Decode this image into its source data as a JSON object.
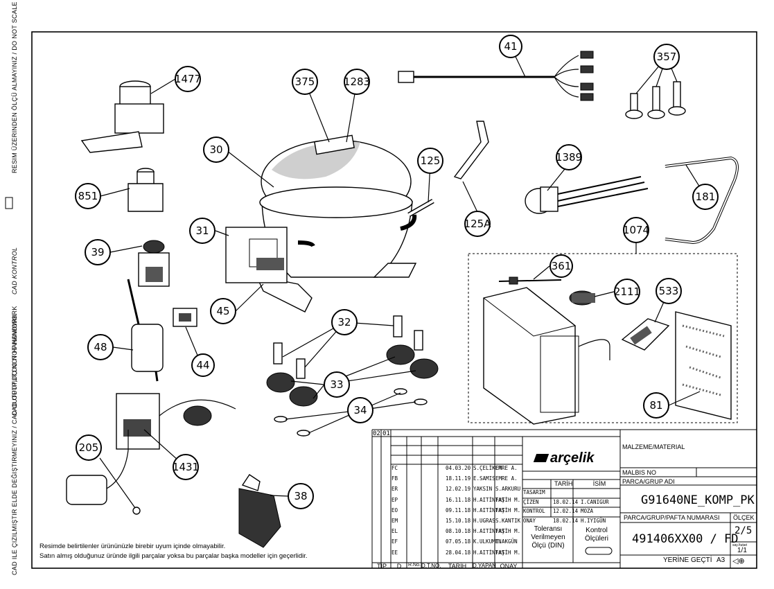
{
  "side_labels": [
    "RESIM ÜZERINDEN ÖLÇÜ ALMAYINIZ / DO NOT SCALE",
    "CAD KONTROL",
    "CAD OUTPUT,DO NOT HANDWORK",
    "CAD ILE ÇIZILMIŞTIR ELDE DEĞIŞTIRMEYINIZ / CAD OUTPUT,DO NOT HANDWORK"
  ],
  "callouts": [
    "1477",
    "375",
    "1283",
    "41",
    "357",
    "30",
    "125",
    "851",
    "1389",
    "181",
    "125A",
    "31",
    "1074",
    "39",
    "361",
    "2111",
    "533",
    "45",
    "32",
    "48",
    "44",
    "33",
    "81",
    "34",
    "205",
    "1431",
    "38"
  ],
  "notes": [
    "Resimde belirtilenler ürününüzle birebir uyum içinde olmayabilir.",
    "Satın almış olduğunuz üründe ilgili parçalar yoksa bu parçalar başka modeller için geçerlidir."
  ],
  "title_block": {
    "rev_tags": [
      "02",
      "01"
    ],
    "revision_rows": [
      {
        "code": "FC",
        "date": "04.03.20",
        "by": "S.ÇELİKER",
        "approve": "EMRE A."
      },
      {
        "code": "FB",
        "date": "18.11.19",
        "by": "E.SAMIS",
        "approve": "EMRE A."
      },
      {
        "code": "ER",
        "date": "12.02.19",
        "by": "YAKSIN",
        "approve": "S.ARKURU"
      },
      {
        "code": "EP",
        "date": "16.11.18",
        "by": "H.AITİNTAŞ",
        "approve": "FATİH M."
      },
      {
        "code": "EO",
        "date": "09.11.18",
        "by": "H.AITİNTAŞ",
        "approve": "FATİH M."
      },
      {
        "code": "EM",
        "date": "15.10.18",
        "by": "H.UGRAS",
        "approve": "S.KANTIK"
      },
      {
        "code": "EL",
        "date": "08.10.18",
        "by": "H.AITİNTAŞ",
        "approve": "FATİH M."
      },
      {
        "code": "EF",
        "date": "07.05.18",
        "by": "K.ULKUMEN",
        "approve": "T.AKGÜN"
      },
      {
        "code": "EE",
        "date": "28.04.18",
        "by": "H.AITİNTAŞ",
        "approve": "FATİH M."
      }
    ],
    "bottom_headers": [
      "TIP",
      "D",
      "R.No.",
      "D.T.NO.",
      "TARİH",
      "D.YAPAN",
      "ONAY"
    ],
    "brand": "arçelik",
    "sign_headers": [
      "TARİH",
      "İSİM"
    ],
    "sign_rows": [
      {
        "role": "TASARIM",
        "date": "",
        "name": ""
      },
      {
        "role": "ÇİZEN",
        "date": "18.02.14",
        "name": "I.CANIGUR"
      },
      {
        "role": "KONTROL",
        "date": "12.02.14",
        "name": "MOZA"
      },
      {
        "role": "ONAY",
        "date": "18.02.14",
        "name": "H.IYIGÜN"
      }
    ],
    "tolerance_text": [
      "Toleransı",
      "Verilmeyen",
      "Ölçü (DIN)"
    ],
    "control_text": [
      "Kontrol",
      "Ölçüleri"
    ],
    "material_label": "MALZEME/MATERIAL",
    "malbis_label": "MALBIS NO",
    "group_label": "PARCA/GRUP ADI",
    "group_name": "G91640NE_KOMP_PK",
    "number_label": "PARCA/GRUP/PAFTA NUMARASI",
    "scale_label": "ÖLÇEK",
    "part_number": "491406XX00 / FD",
    "sheet": "2/5",
    "sheet_small": "say./tutari",
    "scale": "1/1",
    "replaces": "YERİNE GEÇTİ",
    "paper": "A3"
  }
}
